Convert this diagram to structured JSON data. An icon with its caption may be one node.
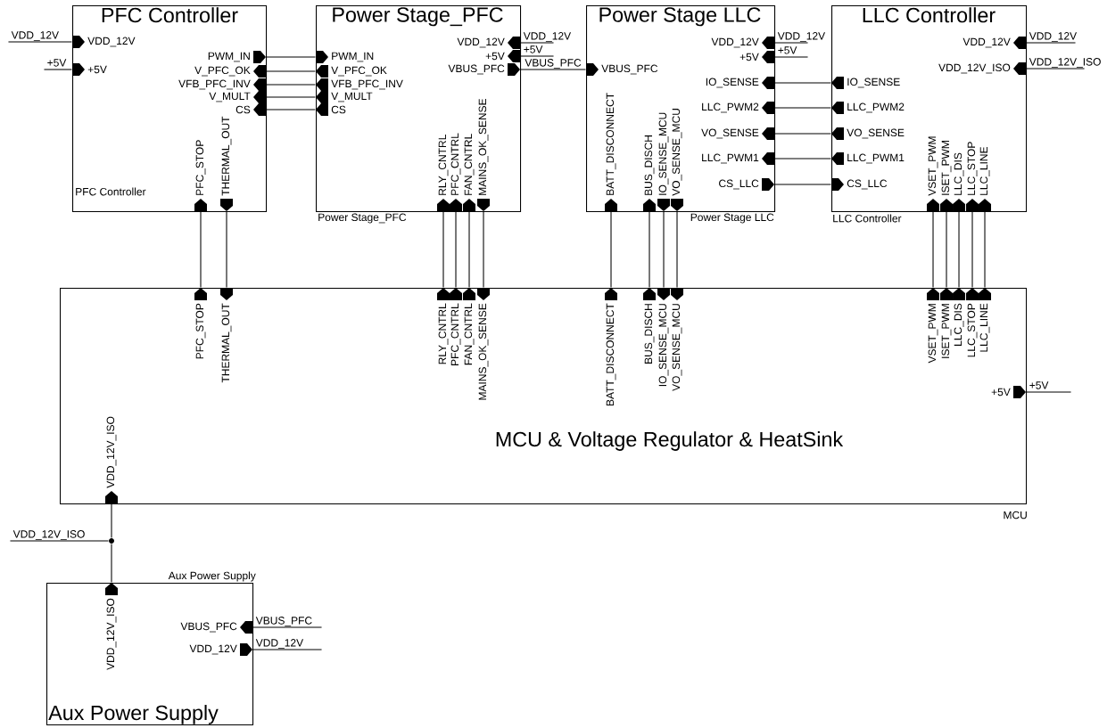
{
  "diagram": {
    "nodes": [
      {
        "text": [
          "PFC Controller",
          "PFC Controller"
        ]
      },
      {
        "text": [
          "VDD_12V"
        ],
        "in": 0
      },
      {
        "text": [
          "+5V"
        ],
        "in": 0
      },
      {
        "text": [
          "PWM_IN"
        ],
        "in": 0
      },
      {
        "text": [
          "V_PFC_OK"
        ],
        "in": 0
      },
      {
        "text": [
          "VFB_PFC_INV"
        ],
        "in": 0
      },
      {
        "text": [
          "V_MULT"
        ],
        "in": 0
      },
      {
        "text": [
          "CS"
        ],
        "in": 0
      },
      {
        "text": [
          "PFC_STOP"
        ],
        "in": 0
      },
      {
        "text": [
          "THERMAL_OUT"
        ],
        "in": 0
      },
      {
        "text": [
          "Power Stage_PFC",
          "Power Stage_PFC"
        ]
      },
      {
        "text": [
          "PWM_IN"
        ],
        "in": 10
      },
      {
        "text": [
          "V_PFC_OK"
        ],
        "in": 10
      },
      {
        "text": [
          "VFB_PFC_INV"
        ],
        "in": 10
      },
      {
        "text": [
          "V_MULT"
        ],
        "in": 10
      },
      {
        "text": [
          "CS"
        ],
        "in": 10
      },
      {
        "text": [
          "VDD_12V"
        ],
        "in": 10
      },
      {
        "text": [
          "+5V"
        ],
        "in": 10
      },
      {
        "text": [
          "VBUS_PFC"
        ],
        "in": 10
      },
      {
        "text": [
          "RLY_CNTRL"
        ],
        "in": 10
      },
      {
        "text": [
          "PFC_CNTRL"
        ],
        "in": 10
      },
      {
        "text": [
          "FAN_CNTRL"
        ],
        "in": 10
      },
      {
        "text": [
          "MAINS_OK_SENSE"
        ],
        "in": 10
      },
      {
        "text": [
          "Power Stage LLC",
          "Power Stage LLC"
        ]
      },
      {
        "text": [
          "VBUS_PFC"
        ],
        "in": 23
      },
      {
        "text": [
          "VDD_12V"
        ],
        "in": 23
      },
      {
        "text": [
          "+5V"
        ],
        "in": 23
      },
      {
        "text": [
          "IO_SENSE"
        ],
        "in": 23
      },
      {
        "text": [
          "LLC_PWM2"
        ],
        "in": 23
      },
      {
        "text": [
          "VO_SENSE"
        ],
        "in": 23
      },
      {
        "text": [
          "LLC_PWM1"
        ],
        "in": 23
      },
      {
        "text": [
          "CS_LLC"
        ],
        "in": 23
      },
      {
        "text": [
          "BATT_DISCONNECT"
        ],
        "in": 23
      },
      {
        "text": [
          "BUS_DISCH"
        ],
        "in": 23
      },
      {
        "text": [
          "IO_SENSE_MCU"
        ],
        "in": 23
      },
      {
        "text": [
          "VO_SENSE_MCU"
        ],
        "in": 23
      },
      {
        "text": [
          "LLC Controller",
          "LLC Controller"
        ]
      },
      {
        "text": [
          "IO_SENSE"
        ],
        "in": 36
      },
      {
        "text": [
          "LLC_PWM2"
        ],
        "in": 36
      },
      {
        "text": [
          "VO_SENSE"
        ],
        "in": 36
      },
      {
        "text": [
          "LLC_PWM1"
        ],
        "in": 36
      },
      {
        "text": [
          "CS_LLC"
        ],
        "in": 36
      },
      {
        "text": [
          "VDD_12V"
        ],
        "in": 36
      },
      {
        "text": [
          "VDD_12V_ISO"
        ],
        "in": 36
      },
      {
        "text": [
          "VSET_PWM"
        ],
        "in": 36
      },
      {
        "text": [
          "ISET_PWM"
        ],
        "in": 36
      },
      {
        "text": [
          "LLC_DIS"
        ],
        "in": 36
      },
      {
        "text": [
          "LLC_STOP"
        ],
        "in": 36
      },
      {
        "text": [
          "LLC_LINE"
        ],
        "in": 36
      },
      {
        "text": [
          "MCU & Voltage Regulator & HeatSink",
          "MCU"
        ]
      },
      {
        "text": [
          "PFC_STOP"
        ],
        "in": 49
      },
      {
        "text": [
          "THERMAL_OUT"
        ],
        "in": 49
      },
      {
        "text": [
          "RLY_CNTRL"
        ],
        "in": 49
      },
      {
        "text": [
          "PFC_CNTRL"
        ],
        "in": 49
      },
      {
        "text": [
          "FAN_CNTRL"
        ],
        "in": 49
      },
      {
        "text": [
          "MAINS_OK_SENSE"
        ],
        "in": 49
      },
      {
        "text": [
          "BATT_DISCONNECT"
        ],
        "in": 49
      },
      {
        "text": [
          "BUS_DISCH"
        ],
        "in": 49
      },
      {
        "text": [
          "IO_SENSE_MCU"
        ],
        "in": 49
      },
      {
        "text": [
          "VO_SENSE_MCU"
        ],
        "in": 49
      },
      {
        "text": [
          "VSET_PWM"
        ],
        "in": 49
      },
      {
        "text": [
          "ISET_PWM"
        ],
        "in": 49
      },
      {
        "text": [
          "LLC_DIS"
        ],
        "in": 49
      },
      {
        "text": [
          "LLC_STOP"
        ],
        "in": 49
      },
      {
        "text": [
          "LLC_LINE"
        ],
        "in": 49
      },
      {
        "text": [
          "+5V"
        ],
        "in": 49
      },
      {
        "text": [
          "VDD_12V_ISO"
        ],
        "in": 49
      },
      {
        "text": [],
        "shape": "circle"
      },
      {
        "text": [
          "Aux Power Supply",
          "Aux Power Supply"
        ]
      },
      {
        "text": [
          "VDD_12V_ISO"
        ],
        "in": 68
      },
      {
        "text": [
          "VBUS_PFC"
        ],
        "in": 68
      },
      {
        "text": [
          "VDD_12V"
        ],
        "in": 68
      }
    ],
    "edges": [
      {
        "from": null,
        "to": 1,
        "arrow": "none",
        "label": "VDD_12V"
      },
      {
        "from": null,
        "to": 2,
        "arrow": "none",
        "label": "+5V"
      },
      {
        "from": 3,
        "to": 11,
        "arrow": "none"
      },
      {
        "from": 4,
        "to": 12,
        "arrow": "none"
      },
      {
        "from": 5,
        "to": 13,
        "arrow": "none"
      },
      {
        "from": 6,
        "to": 14,
        "arrow": "none"
      },
      {
        "from": 7,
        "to": 15,
        "arrow": "none"
      },
      {
        "from": 8,
        "to": 50,
        "arrow": "none"
      },
      {
        "from": 9,
        "to": 51,
        "arrow": "none"
      },
      {
        "from": null,
        "to": 16,
        "arrow": "none",
        "label": "VDD_12V"
      },
      {
        "from": null,
        "to": 17,
        "arrow": "none",
        "label": "+5V"
      },
      {
        "from": 18,
        "to": 24,
        "arrow": "none",
        "label": "VBUS_PFC"
      },
      {
        "from": 19,
        "to": 52,
        "arrow": "none"
      },
      {
        "from": 20,
        "to": 53,
        "arrow": "none"
      },
      {
        "from": 21,
        "to": 54,
        "arrow": "none"
      },
      {
        "from": 22,
        "to": 55,
        "arrow": "none"
      },
      {
        "from": null,
        "to": 25,
        "arrow": "none",
        "label": "VDD_12V"
      },
      {
        "from": null,
        "to": 26,
        "arrow": "none",
        "label": "+5V"
      },
      {
        "from": 27,
        "to": 37,
        "arrow": "none"
      },
      {
        "from": 28,
        "to": 38,
        "arrow": "none"
      },
      {
        "from": 29,
        "to": 39,
        "arrow": "none"
      },
      {
        "from": 30,
        "to": 40,
        "arrow": "none"
      },
      {
        "from": 31,
        "to": 41,
        "arrow": "none"
      },
      {
        "from": 32,
        "to": 56,
        "arrow": "none"
      },
      {
        "from": 33,
        "to": 57,
        "arrow": "none"
      },
      {
        "from": 34,
        "to": 58,
        "arrow": "none"
      },
      {
        "from": 35,
        "to": 59,
        "arrow": "none"
      },
      {
        "from": null,
        "to": 42,
        "arrow": "none",
        "label": "VDD_12V"
      },
      {
        "from": null,
        "to": 43,
        "arrow": "none",
        "label": "VDD_12V_ISO"
      },
      {
        "from": 44,
        "to": 60,
        "arrow": "none"
      },
      {
        "from": 45,
        "to": 61,
        "arrow": "none"
      },
      {
        "from": 46,
        "to": 62,
        "arrow": "none"
      },
      {
        "from": 47,
        "to": 63,
        "arrow": "none"
      },
      {
        "from": 48,
        "to": 64,
        "arrow": "none"
      },
      {
        "from": null,
        "to": 65,
        "arrow": "none",
        "label": "+5V"
      },
      {
        "from": 69,
        "to": 67,
        "arrow": "none"
      },
      {
        "from": 67,
        "to": 66,
        "arrow": "none"
      },
      {
        "from": null,
        "to": 67,
        "arrow": "none",
        "label": "VDD_12V_ISO"
      },
      {
        "from": null,
        "to": 70,
        "arrow": "none",
        "label": "VBUS_PFC"
      },
      {
        "from": null,
        "to": 71,
        "arrow": "none",
        "label": "VDD_12V"
      }
    ]
  }
}
